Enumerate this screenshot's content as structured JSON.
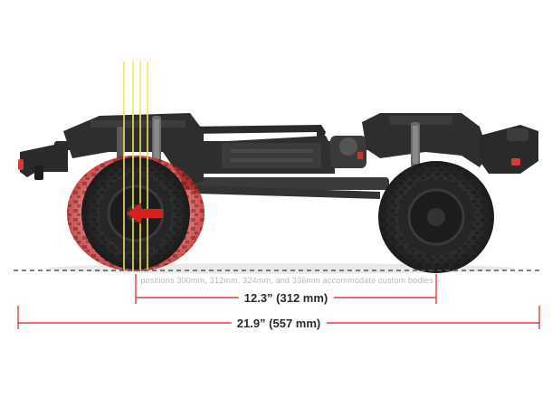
{
  "annotations": {
    "positions_note": "– positions 300mm, 312mm, 324mm, and 336mm accommodate custom bodies –",
    "wheelbase_label": "12.3” (312 mm)",
    "length_label": "21.9” (557 mm)"
  },
  "colors": {
    "dimension_line": "#e0413d",
    "ground_line": "#555555",
    "wheelbase_marker": "#f2e25a",
    "chassis": "#2b2b2b",
    "tire": "#3a3a3a",
    "tire_highlight": "#d93a3a",
    "arrow": "#d82020"
  },
  "icons": {
    "direction_arrow": "left-arrow-icon",
    "vehicle": "rc-crawler-chassis-illustration"
  }
}
